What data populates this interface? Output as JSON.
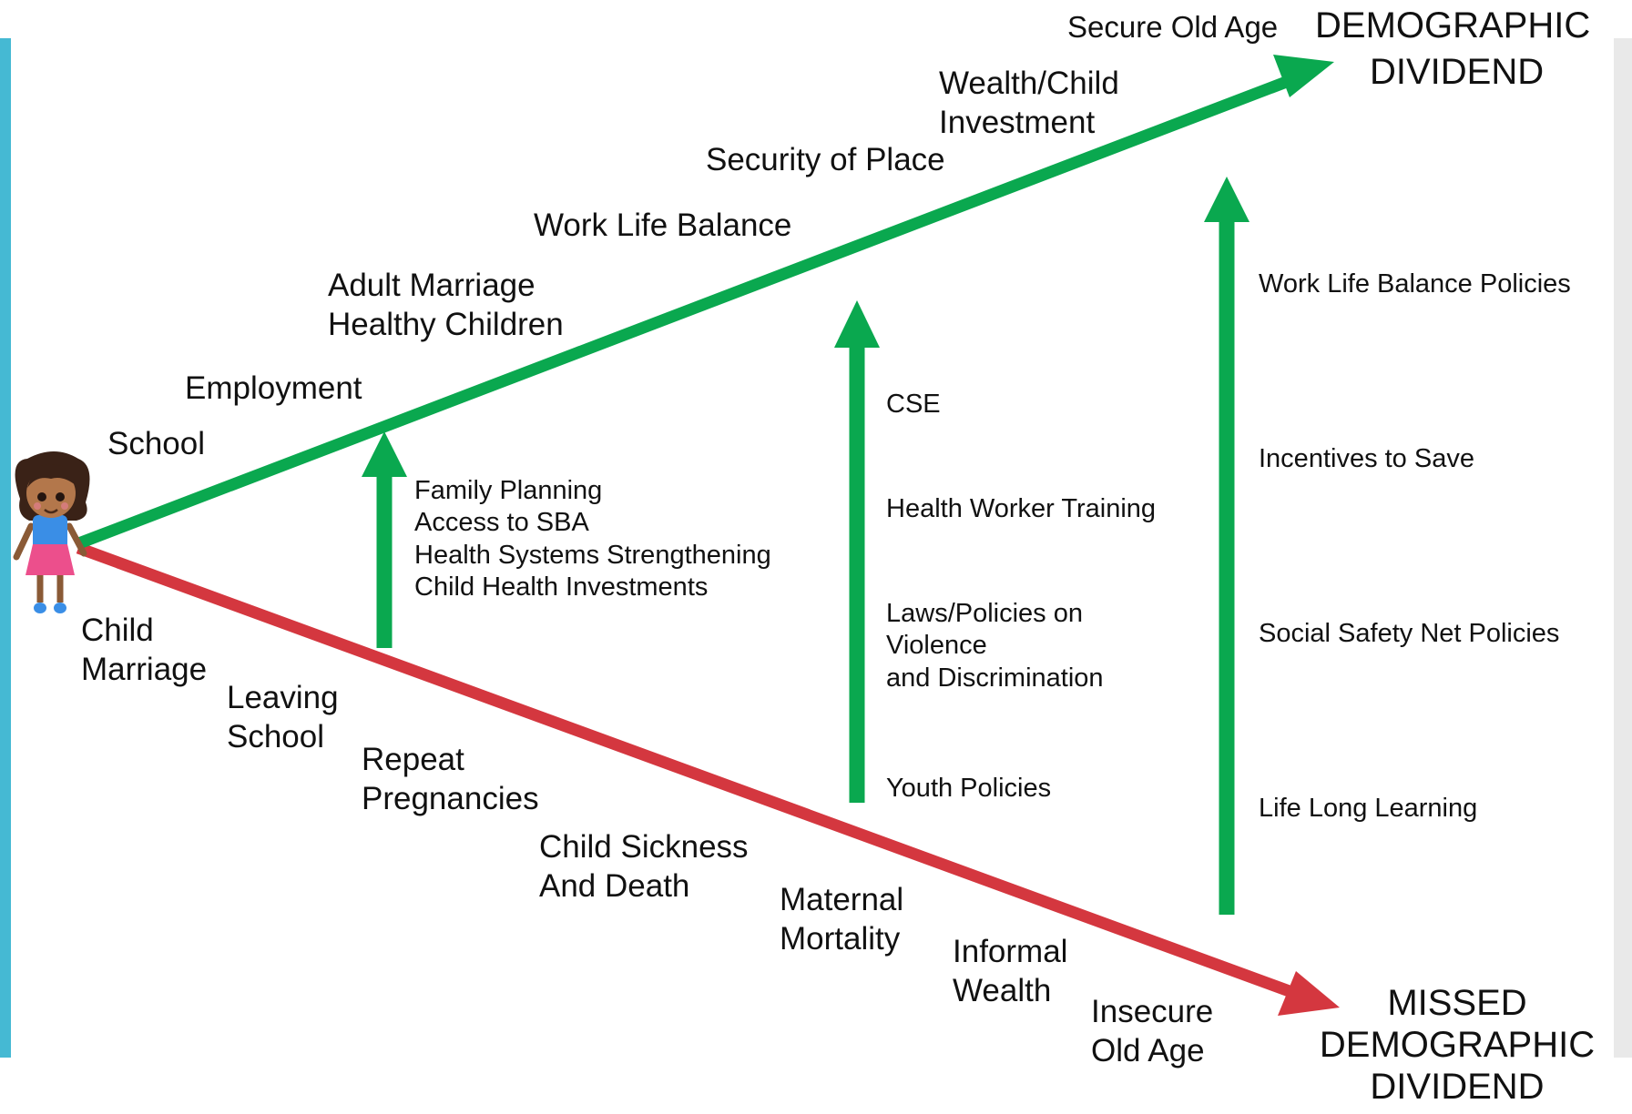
{
  "colors": {
    "positive_path": "#0aa84f",
    "negative_path": "#d4373f",
    "left_bar": "#45b9d3",
    "right_bar": "#e9e9e9"
  },
  "figure": {
    "name": "girl-icon"
  },
  "top_outcome": {
    "secure_old_age": "Secure Old Age",
    "demographic": "DEMOGRAPHIC",
    "dividend": "DIVIDEND"
  },
  "positive_path": [
    "School",
    "Employment",
    "Adult Marriage\nHealthy Children",
    "Work Life Balance",
    "Security of Place",
    "Wealth/Child\nInvestment"
  ],
  "negative_path": [
    "Child\nMarriage",
    "Leaving\nSchool",
    "Repeat\nPregnancies",
    "Child Sickness\nAnd Death",
    "Maternal\nMortality",
    "Informal\nWealth",
    "Insecure\nOld Age"
  ],
  "bottom_outcome": "MISSED\nDEMOGRAPHIC\nDIVIDEND",
  "interventions": {
    "first": "Family Planning\nAccess to SBA\nHealth Systems Strengthening\nChild Health Investments",
    "second": [
      "CSE",
      "Health Worker Training",
      "Laws/Policies on\nViolence\nand Discrimination",
      "Youth Policies"
    ],
    "third": [
      "Work Life Balance Policies",
      "Incentives to Save",
      "Social Safety Net Policies",
      "Life Long Learning"
    ]
  }
}
